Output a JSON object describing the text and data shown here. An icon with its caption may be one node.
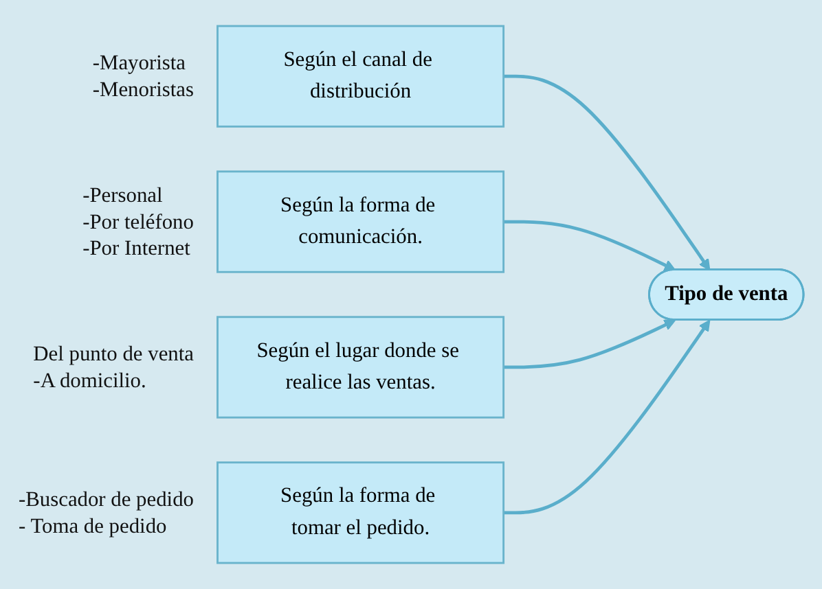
{
  "diagram": {
    "nodes": [
      {
        "text": [
          "Según el canal de distribución"
        ],
        "beside": [
          "-Mayorista",
          "-Menoristas"
        ]
      },
      {
        "text": [
          "Según la forma de comunicación."
        ],
        "beside": [
          "-Personal",
          "-Por teléfono",
          "-Por Internet"
        ]
      },
      {
        "text": [
          "Tipo de venta"
        ]
      },
      {
        "text": [
          "Según el lugar donde se realice las ventas."
        ],
        "beside": [
          "Del punto de venta",
          "-A domicilio."
        ]
      },
      {
        "text": [
          "Según la forma de tomar el pedido."
        ],
        "beside": [
          "-Buscador de pedido",
          "- Toma de pedido"
        ]
      }
    ],
    "edges": [
      {
        "from": 0,
        "to": 2,
        "arrow": "to"
      },
      {
        "from": 1,
        "to": 2,
        "arrow": "to"
      },
      {
        "from": 3,
        "to": 2,
        "arrow": "to"
      },
      {
        "from": 4,
        "to": 2,
        "arrow": "to"
      }
    ]
  }
}
